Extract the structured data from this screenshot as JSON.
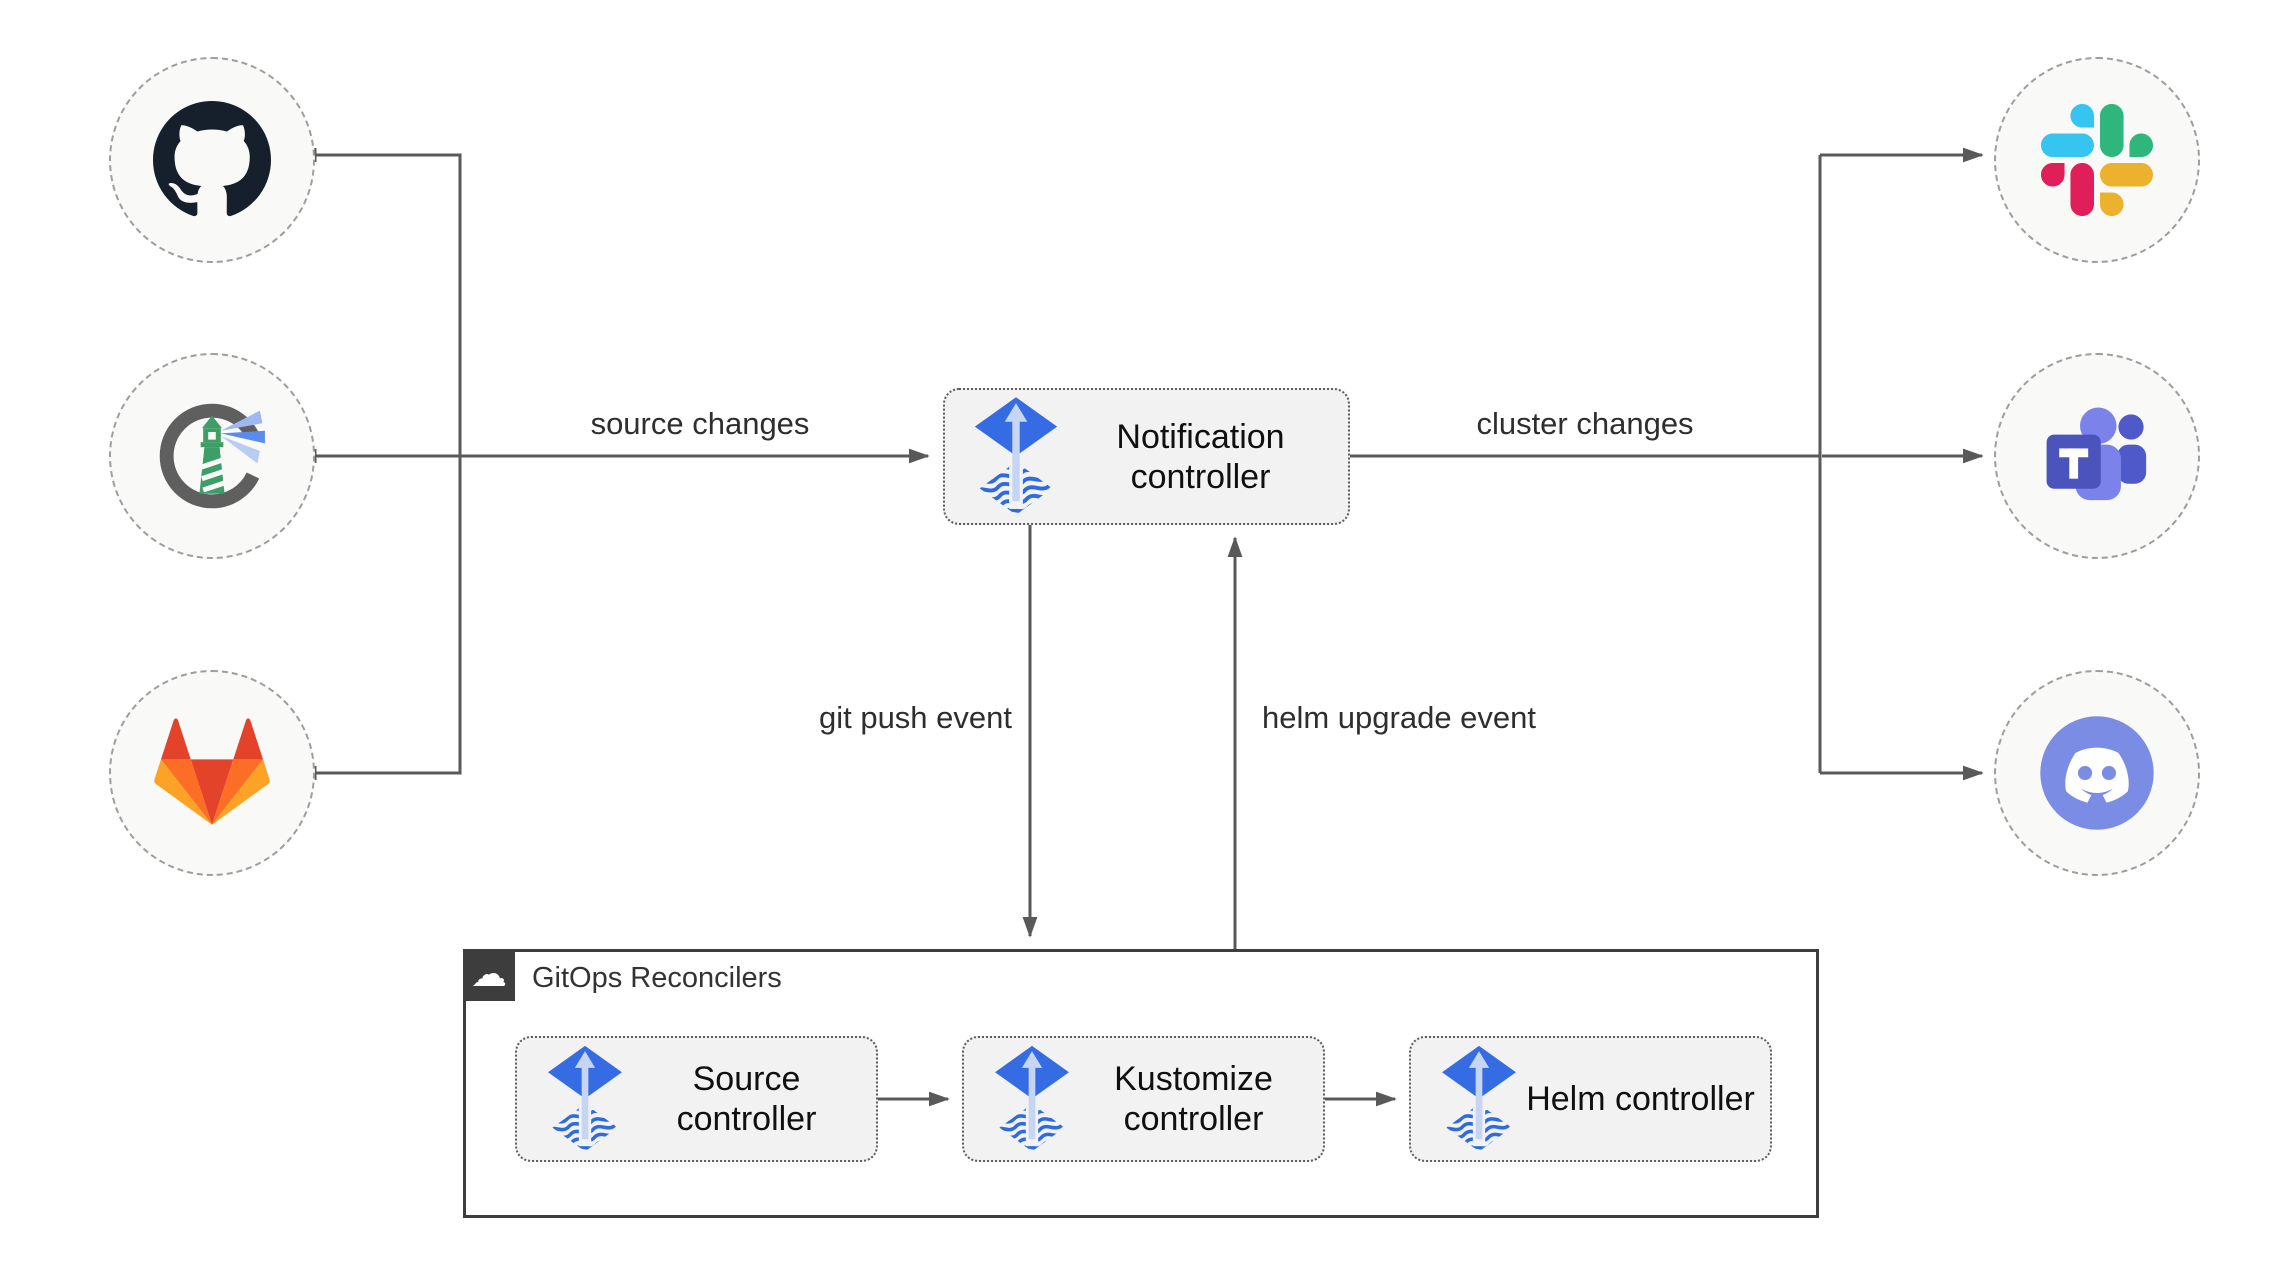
{
  "diagram": {
    "sources": [
      {
        "name": "github",
        "icon": "github-icon"
      },
      {
        "name": "harbor",
        "icon": "harbor-icon"
      },
      {
        "name": "gitlab",
        "icon": "gitlab-icon"
      }
    ],
    "notification_controller": {
      "label": "Notification controller",
      "icon": "flux-icon"
    },
    "targets": [
      {
        "name": "slack",
        "icon": "slack-icon"
      },
      {
        "name": "teams",
        "icon": "microsoft-teams-icon"
      },
      {
        "name": "discord",
        "icon": "discord-icon"
      }
    ],
    "reconcilers": {
      "title": "GitOps Reconcilers",
      "icon": "cloud-icon",
      "children": [
        {
          "label": "Source controller",
          "icon": "flux-icon"
        },
        {
          "label": "Kustomize controller",
          "icon": "flux-icon"
        },
        {
          "label": "Helm controller",
          "icon": "flux-icon"
        }
      ]
    },
    "edges": {
      "source_changes": "source changes",
      "cluster_changes": "cluster changes",
      "git_push_event": "git push event",
      "helm_upgrade_event": "helm upgrade event"
    },
    "colors": {
      "arrow": "#595959",
      "endpoint_fill": "#f9f9f7",
      "endpoint_border": "#9e9e9e",
      "box_fill": "#f2f2f2",
      "box_border": "#5c5c5c",
      "container_border": "#3d3d3d",
      "badge_bg": "#3d3d3d",
      "flux_blue": "#356ce4",
      "flux_arrow_light": "#c7d5f4",
      "github_dark": "#16202c",
      "gitlab_red": "#e24329",
      "gitlab_orange": "#fc6d26",
      "gitlab_amber": "#fca326",
      "slack_blue": "#36c5f0",
      "slack_green": "#2eb67d",
      "slack_red": "#e01e5a",
      "slack_yellow": "#ecb22e",
      "teams_purple": "#4b53bc",
      "teams_light": "#7b83eb",
      "teams_mid": "#5059c9",
      "discord_blurple": "#7b8ce4",
      "harbor_gray": "#5f5f5f",
      "harbor_green": "#3e9e67",
      "harbor_beam": "#5b8bee"
    }
  }
}
